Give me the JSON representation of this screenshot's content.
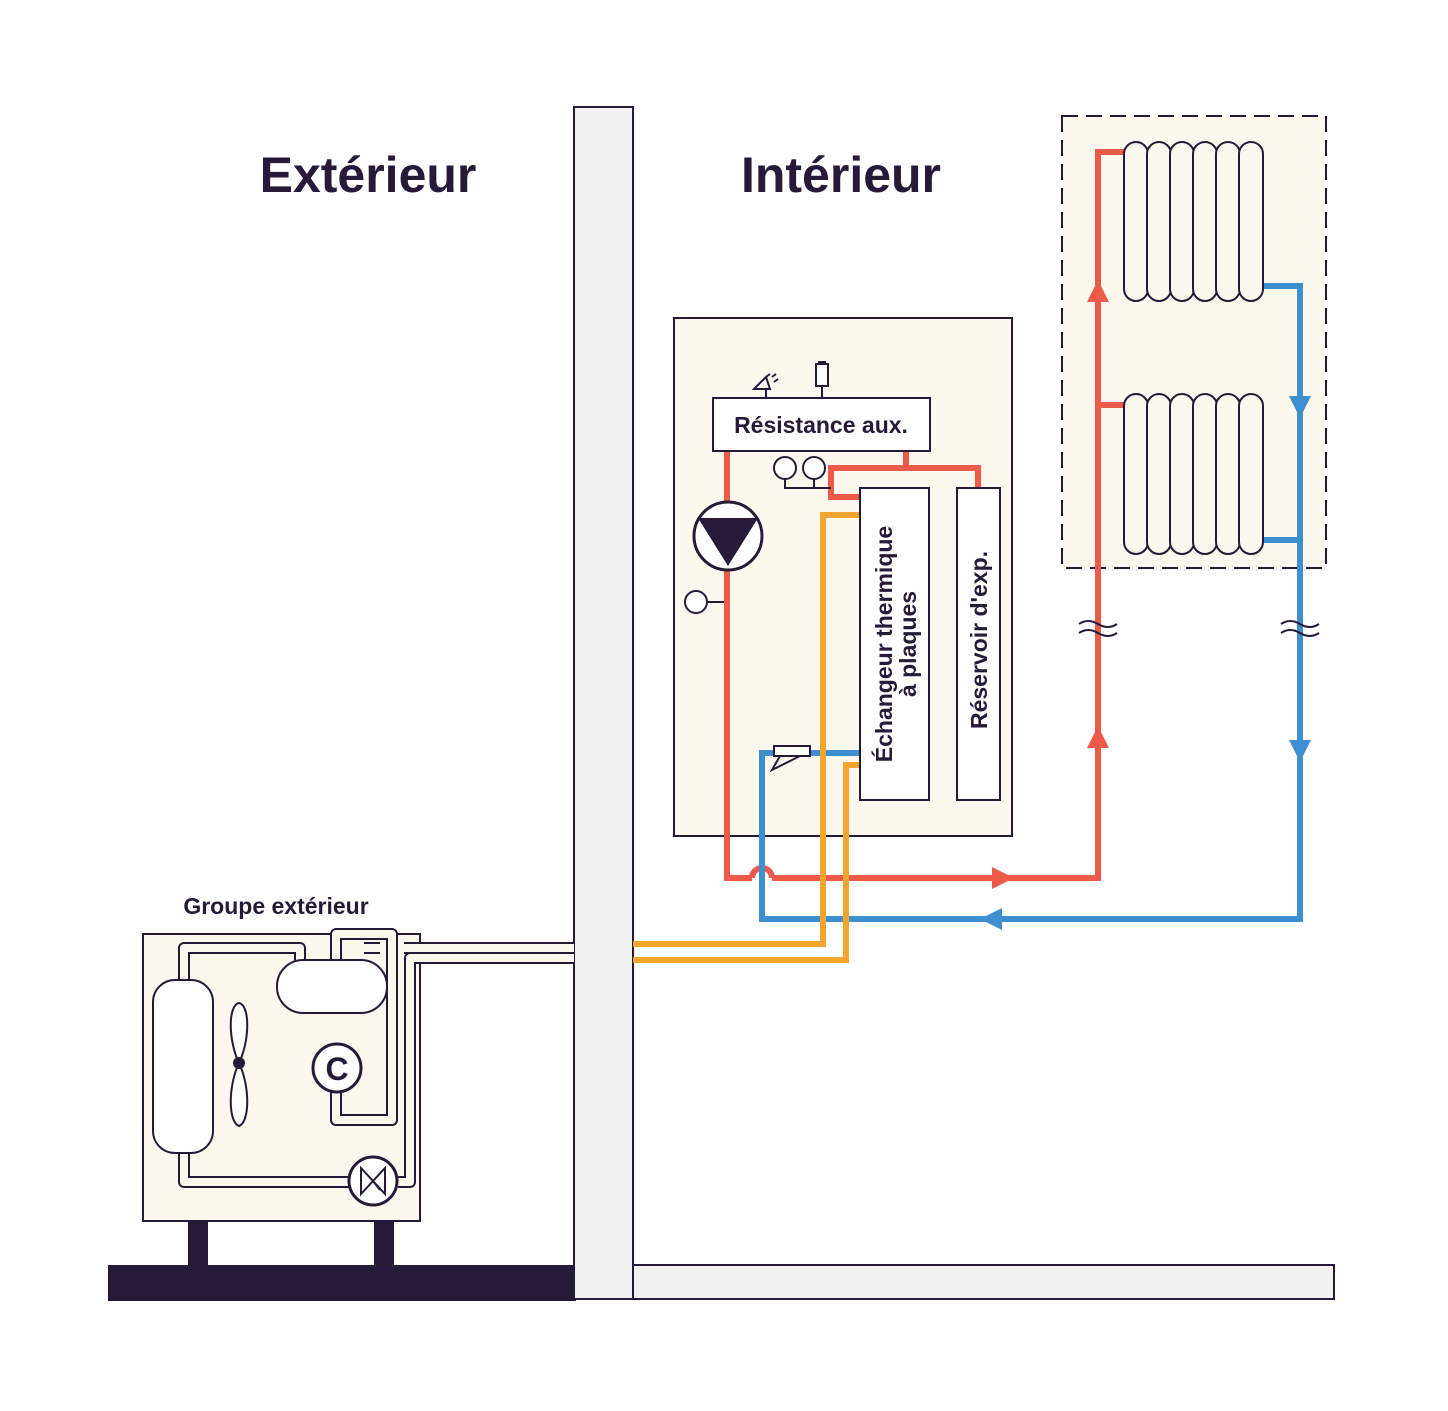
{
  "labels": {
    "outside": "Extérieur",
    "inside": "Intérieur",
    "outdoor_unit": "Groupe extérieur",
    "aux_heater": "Résistance aux.",
    "plate_exchanger_line1": "Échangeur thermique",
    "plate_exchanger_line2": "à plaques",
    "expansion_tank": "Réservoir d'exp.",
    "compressor_letter": "C"
  },
  "colors": {
    "hot_water": "#ec5a4a",
    "cold_water": "#3e8fd0",
    "refrigerant": "#f3a52d",
    "outline": "#261a38",
    "panel_fill": "#fdf8ee",
    "wall_fill": "#f1f1f1",
    "ground": "#261a38"
  },
  "icons": [
    "fan-icon",
    "compressor-icon",
    "expansion-valve-icon",
    "circulation-pump-icon",
    "pressure-gauge-icon",
    "sensor-icon",
    "safety-valve-icon",
    "flow-switch-icon",
    "radiator-icon",
    "pipe-break-icon",
    "flow-arrow-icon"
  ]
}
